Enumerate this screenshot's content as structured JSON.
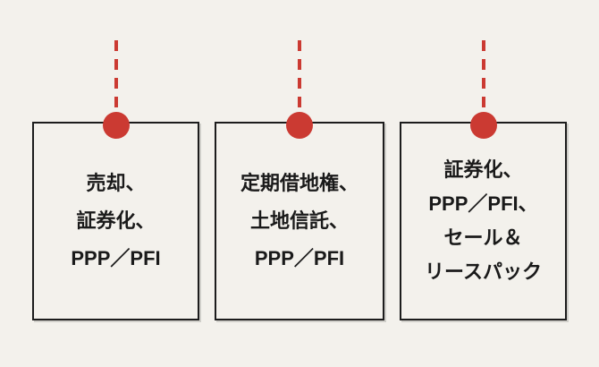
{
  "colors": {
    "background": "#f3f1ec",
    "accent": "#cb3a32",
    "border": "#1c1c1c",
    "text": "#1a1a1a"
  },
  "boxes": [
    {
      "lines": [
        "売却、",
        "証券化、",
        "PPP／PFI"
      ]
    },
    {
      "lines": [
        "定期借地権、",
        "土地信託、",
        "PPP／PFI"
      ]
    },
    {
      "lines": [
        "証券化、",
        "PPP／PFI、",
        "セール＆",
        "リースパック"
      ]
    }
  ]
}
